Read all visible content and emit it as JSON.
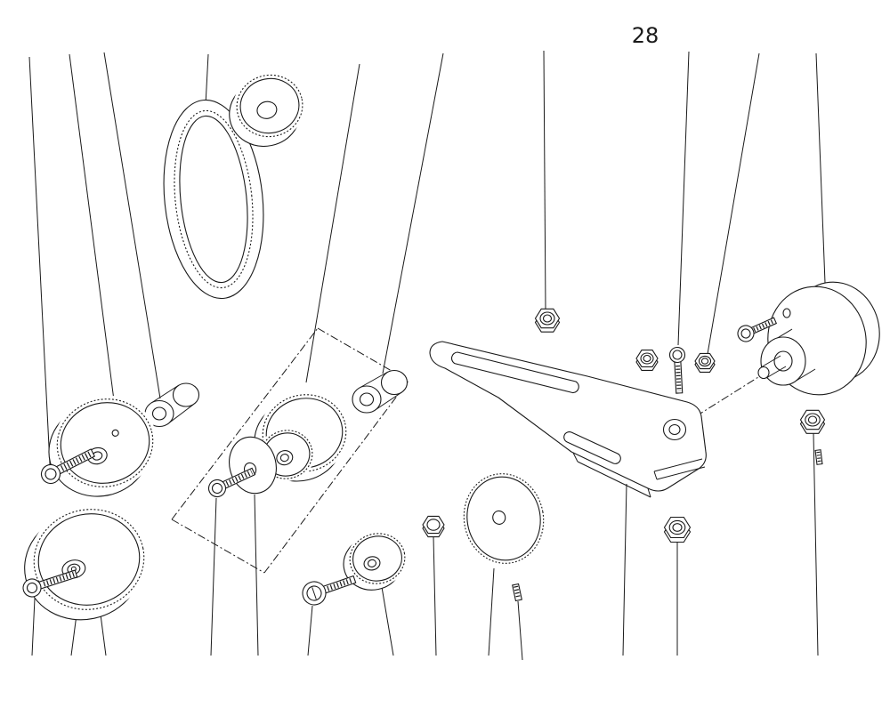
{
  "figure": {
    "label": "28"
  },
  "colors": {
    "line": "#1a1a1a",
    "background": "#ffffff"
  },
  "diagram": {
    "type": "exploded-parts-diagram",
    "parts": [
      "timing-belt",
      "top-pulley-gear",
      "spacer-bushing-left",
      "gear-left-large",
      "cap-screw-upper-left",
      "gear-bottom-left-large",
      "cap-screw-bottom-left",
      "washer",
      "cap-screw-center",
      "cluster-gear",
      "spacer-bushing-right",
      "gear-bottom-center",
      "slotted-screw",
      "hex-nut-small",
      "gear-flat-large",
      "set-screw-center",
      "bracket-arm",
      "hex-nut-top",
      "hex-nut-mid",
      "hex-nut-inner",
      "stud-screw-vertical",
      "hex-nut-large",
      "motor-pulley-assembly",
      "cap-screw-right",
      "hex-nut-right",
      "set-screw-right"
    ]
  }
}
